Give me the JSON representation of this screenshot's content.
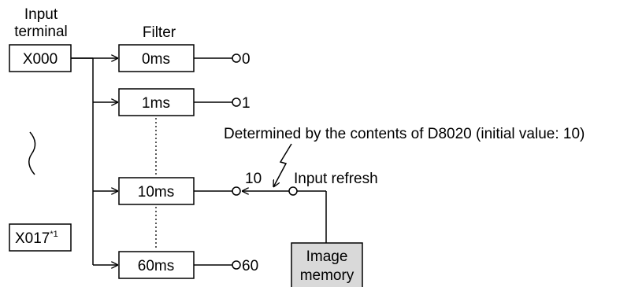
{
  "header": {
    "input_terminal_line1": "Input",
    "input_terminal_line2": "terminal",
    "filter": "Filter"
  },
  "inputs": {
    "first": "X000",
    "last": "X017",
    "last_footnote": "*1"
  },
  "filters": [
    "0ms",
    "1ms",
    "10ms",
    "60ms"
  ],
  "outputs": [
    "0",
    "1",
    "10",
    "60"
  ],
  "selector": {
    "note": "Determined by the contents of D8020 (initial value: 10)",
    "selected_label": "10",
    "refresh_label": "Input refresh"
  },
  "image_memory": {
    "line1": "Image",
    "line2": "memory"
  }
}
